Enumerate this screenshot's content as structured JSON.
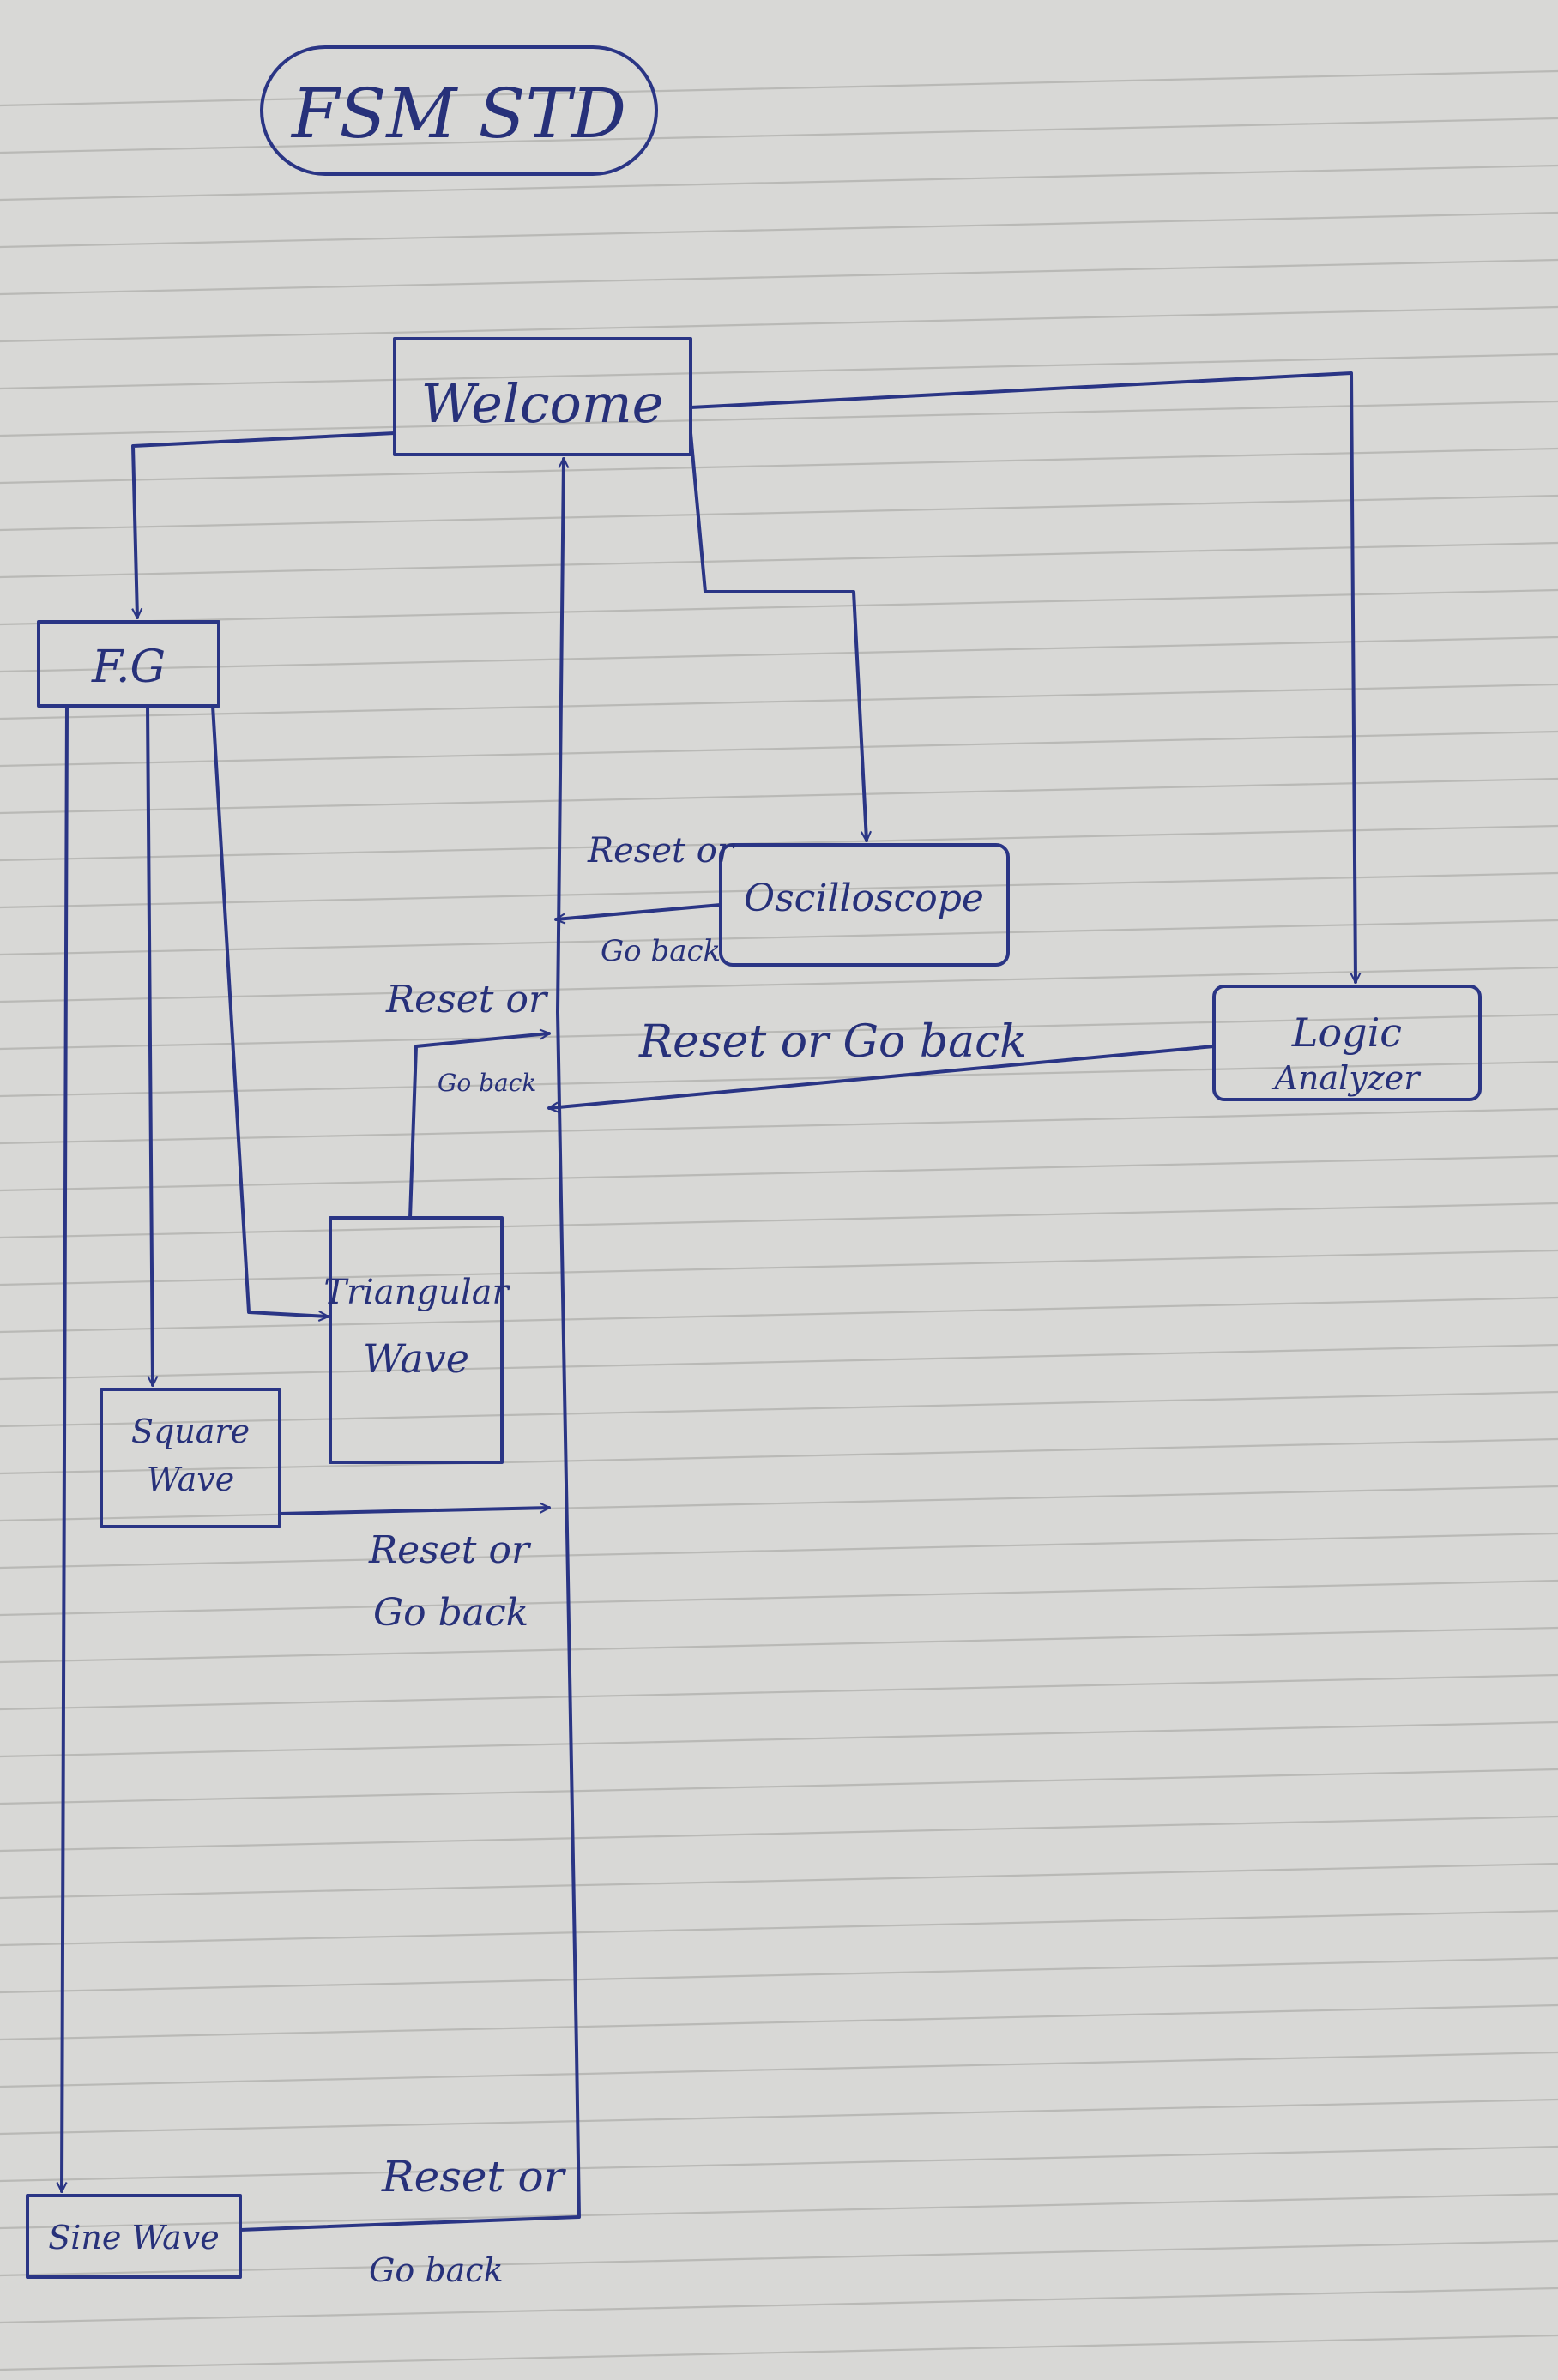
{
  "title": "FSM STD",
  "colors": {
    "ink": "#2a3585",
    "paper": "#d8d8d6",
    "rule": "#b9b9b6"
  },
  "states": {
    "welcome": "Welcome",
    "fg": "F.G",
    "oscilloscope": "Oscilloscope",
    "logic_analyzer": [
      "Logic",
      "Analyzer"
    ],
    "triangular_wave": [
      "Triangular",
      "Wave"
    ],
    "square_wave": [
      "Square",
      "Wave"
    ],
    "sine_wave": "Sine Wave"
  },
  "transitions": {
    "osc_back": [
      "Reset or",
      "Go back"
    ],
    "tri_back": [
      "Reset or",
      "Go back"
    ],
    "logic_back": "Reset or Go back",
    "square_back": [
      "Reset or",
      "Go back"
    ],
    "sine_back": [
      "Reset or",
      "Go back"
    ]
  }
}
